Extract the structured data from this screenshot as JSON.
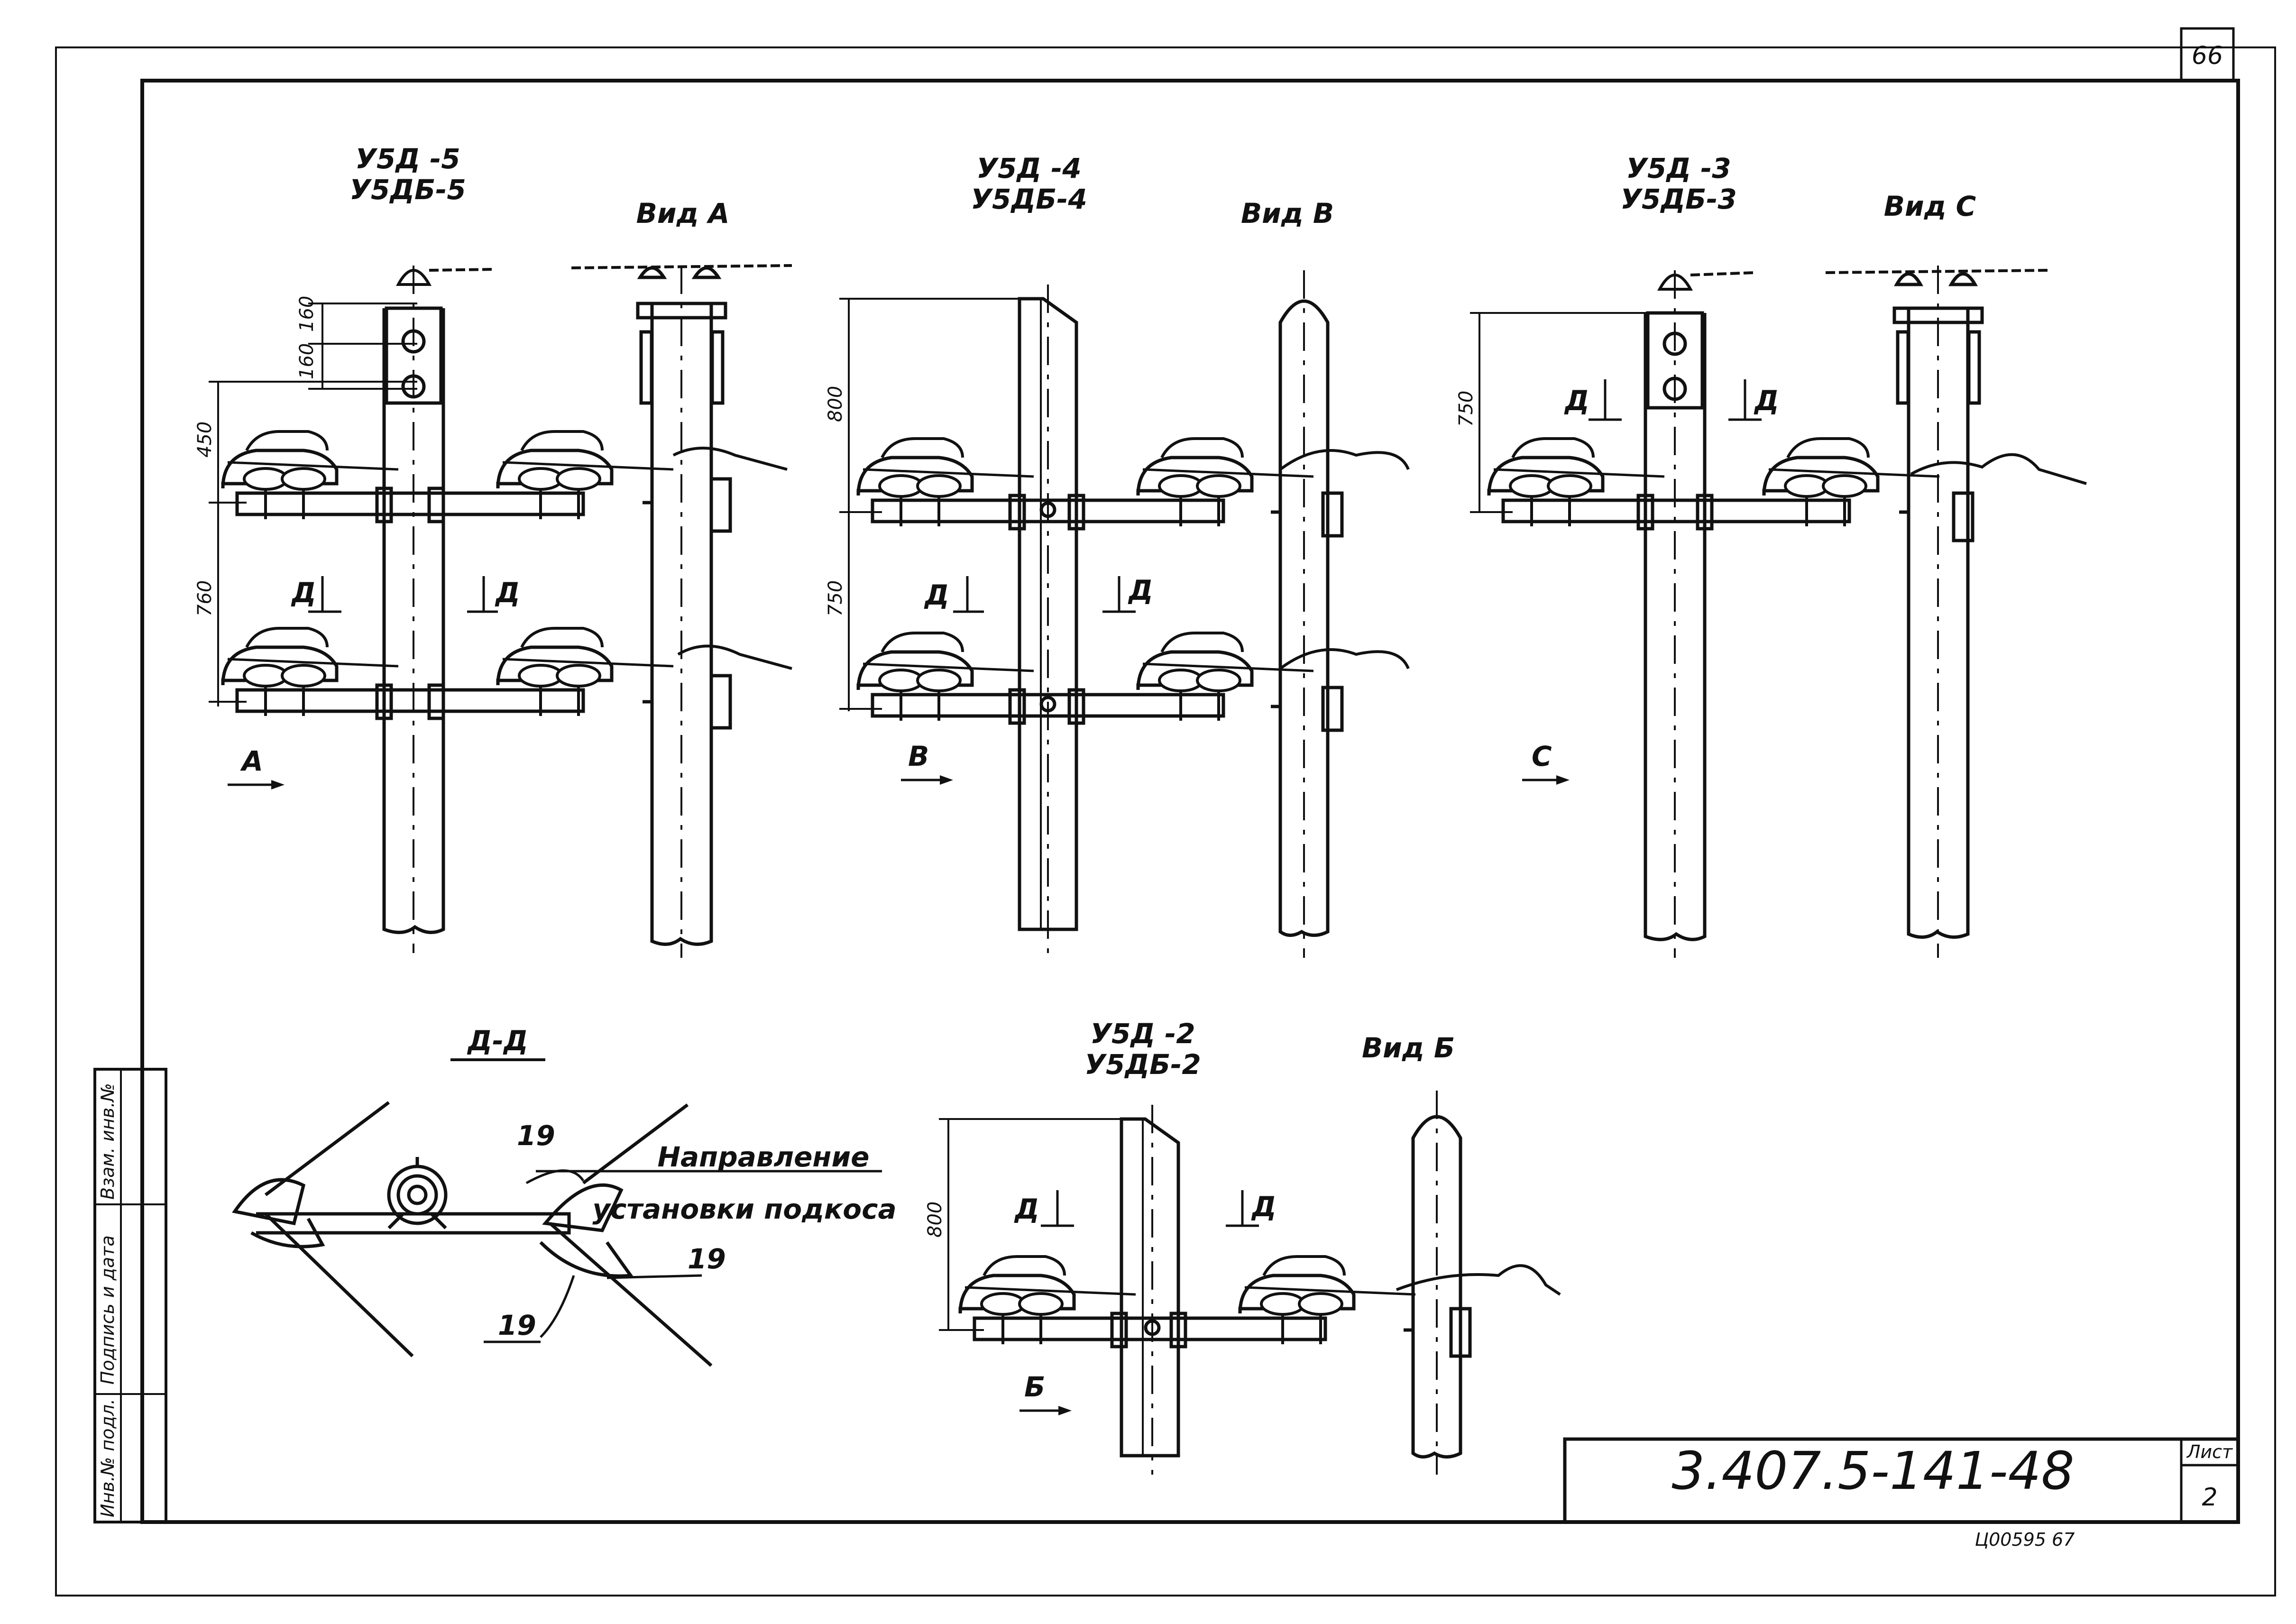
{
  "sheet": {
    "page_corner": "66",
    "designation": "3.407.5-141-48",
    "sheet_label": "Лист",
    "sheet_number": "2",
    "archive_number": "Ц00595 67"
  },
  "side_stamp": {
    "col1": "Инв.№ подл.",
    "col2": "Подпись и дата",
    "col3": "Взам. инв.№"
  },
  "views": {
    "u5d5": {
      "line1": "У5Д -5",
      "line2": "У5ДБ-5",
      "side_title": "Вид А",
      "arrow": "А",
      "dims": [
        "160",
        "160",
        "450",
        "760"
      ]
    },
    "u5d4": {
      "line1": "У5Д -4",
      "line2": "У5ДБ-4",
      "side_title": "Вид В",
      "arrow": "В",
      "dims": [
        "800",
        "750"
      ]
    },
    "u5d3": {
      "line1": "У5Д -3",
      "line2": "У5ДБ-3",
      "side_title": "Вид С",
      "arrow": "С",
      "dims": [
        "750"
      ]
    },
    "u5d2": {
      "line1": "У5Д -2",
      "line2": "У5ДБ-2",
      "side_title": "Вид Б",
      "arrow": "Б",
      "dims": [
        "800"
      ]
    }
  },
  "section_mark": "Д",
  "section": {
    "title": "Д-Д",
    "note_line1": "Направление",
    "note_line2": "установки подкоса",
    "callouts": [
      "19",
      "19",
      "19"
    ]
  }
}
